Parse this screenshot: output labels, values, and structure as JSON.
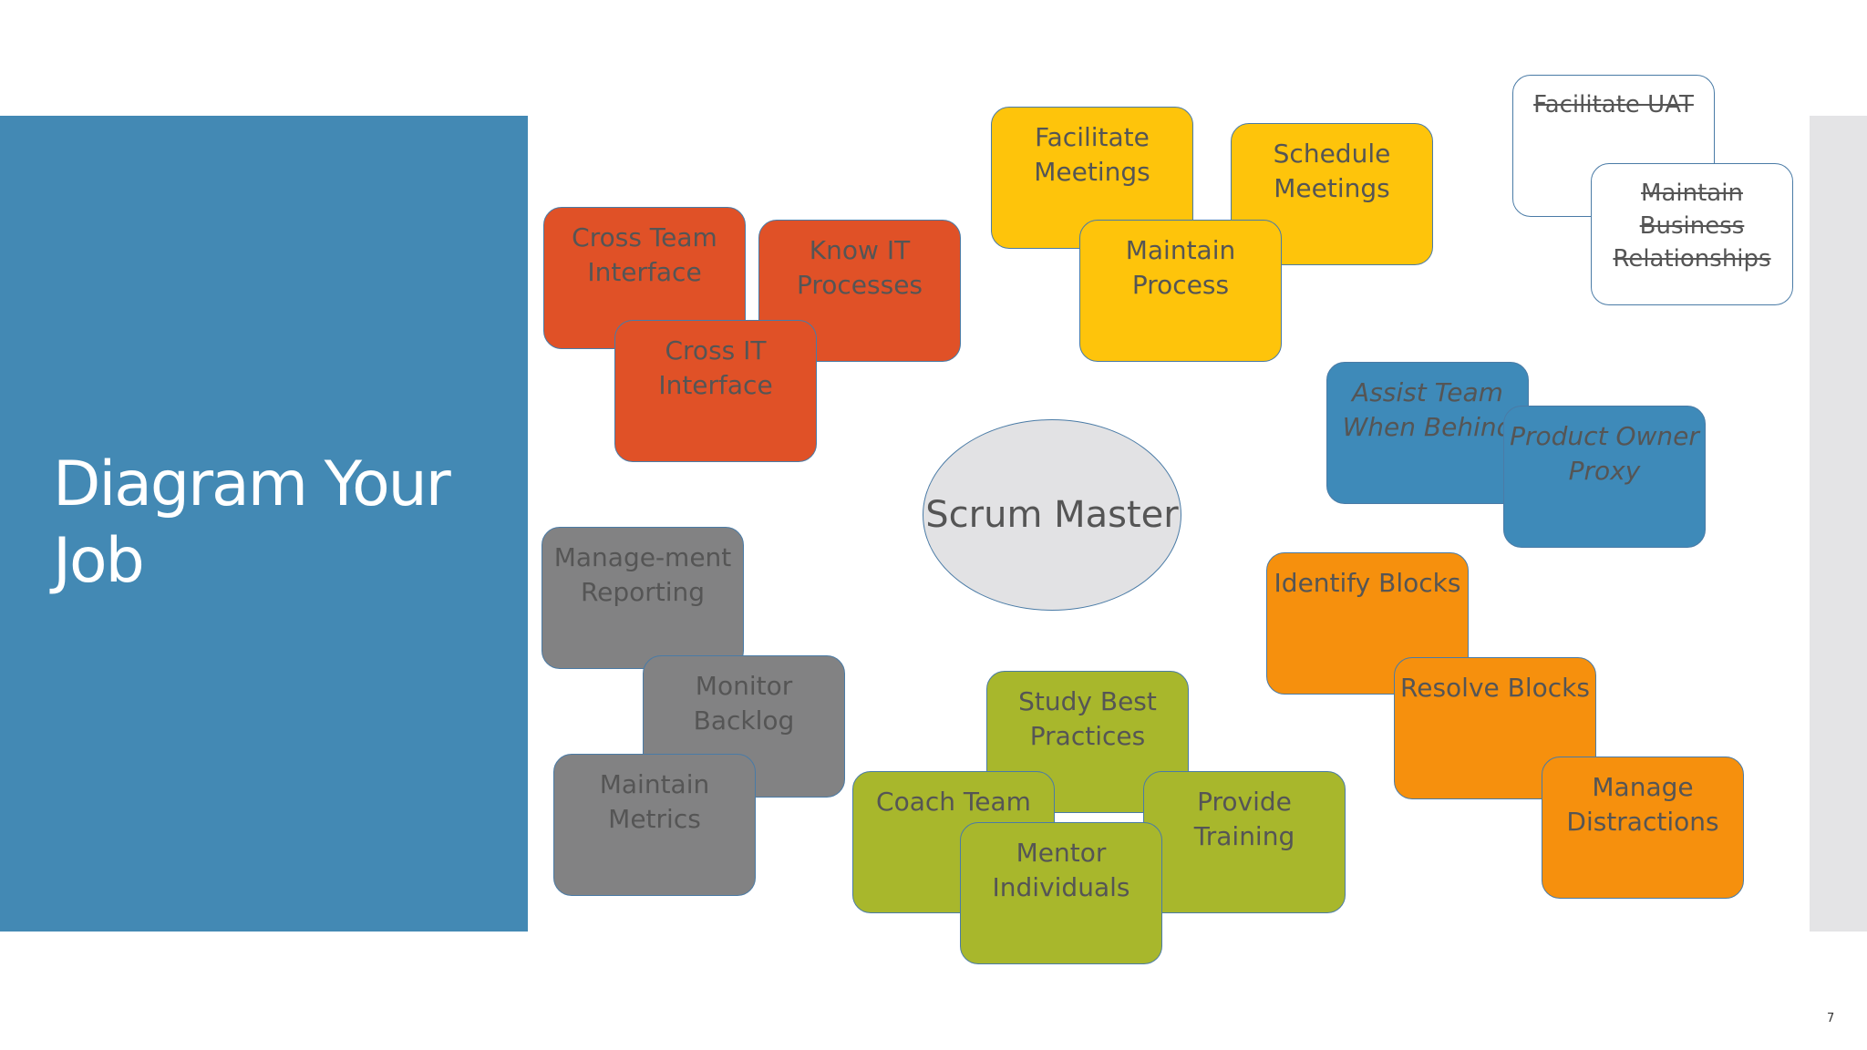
{
  "slide": {
    "title": "Diagram Your Job",
    "page_number": "7"
  },
  "center": {
    "label": "Scrum Master"
  },
  "groups": {
    "red": [
      "Cross Team Interface",
      "Know IT Processes",
      "Cross IT Interface"
    ],
    "yellow": [
      "Facilitate Meetings",
      "Schedule Meetings",
      "Maintain Process"
    ],
    "white": [
      "Facilitate UAT",
      "Maintain Business Relationships"
    ],
    "blue": [
      "Assist Team When Behind",
      "Product Owner Proxy"
    ],
    "gray": [
      "Manage-ment Reporting",
      "Monitor Backlog",
      "Maintain Metrics"
    ],
    "green": [
      "Study Best Practices",
      "Coach Team",
      "Provide Training",
      "Mentor Individuals"
    ],
    "orange": [
      "Identify Blocks",
      "Resolve Blocks",
      "Manage Distractions"
    ]
  },
  "colors": {
    "title_panel": "#4389b4",
    "red": "#e05127",
    "yellow": "#fec40b",
    "blue": "#3e8ab9",
    "gray": "#828283",
    "green": "#a8b72c",
    "orange": "#f6900d",
    "white": "#ffffff",
    "center": "#e2e2e4"
  }
}
